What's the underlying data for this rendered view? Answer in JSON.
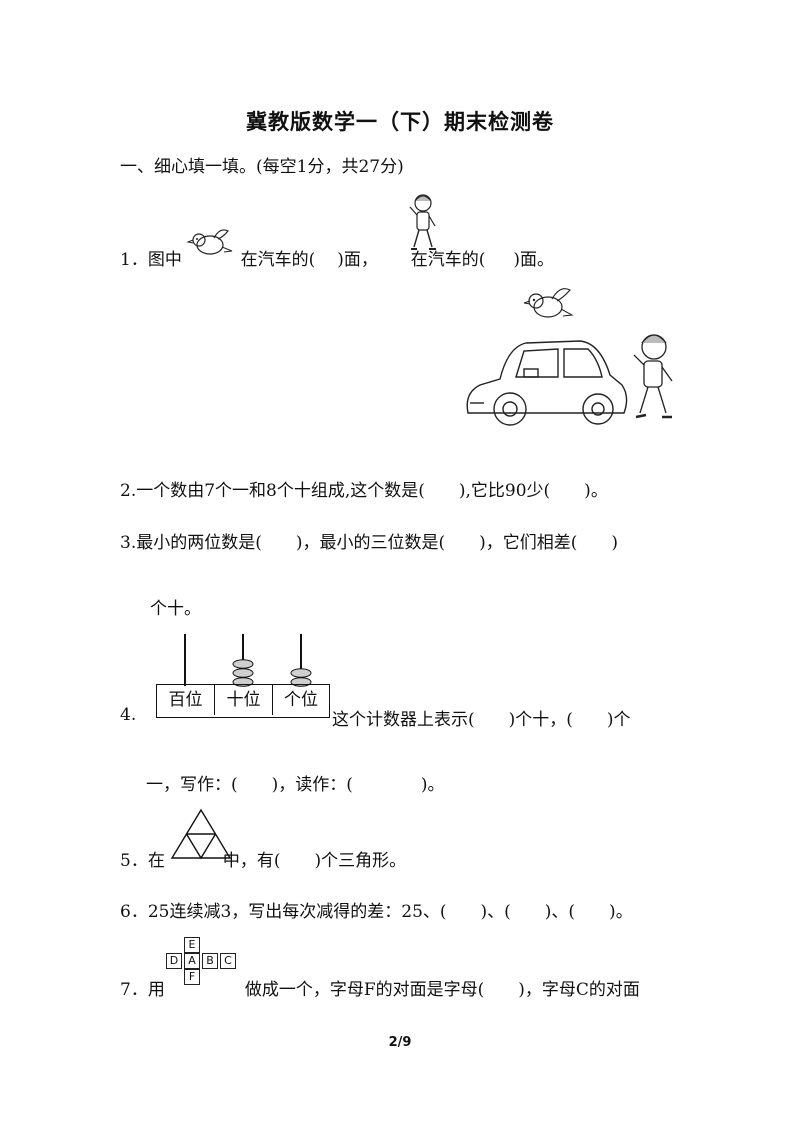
{
  "title": "冀教版数学一（下）期末检测卷",
  "section1": "一、细心填一填。(每空1分，共27分)",
  "q1": {
    "num": "1．图中",
    "t1": "在汽车的(",
    "t2": ")面，",
    "t3": "在汽车的(",
    "t4": ")面。"
  },
  "q2": "2.一个数由7个一和8个十组成,这个数是(　　),它比90少(　　)。",
  "q3": {
    "line1": "3.最小的两位数是(　　)，最小的三位数是(　　)，它们相差(　　)",
    "line2": "个十。"
  },
  "q4": {
    "num": "4.",
    "labels": [
      "百位",
      "十位",
      "个位"
    ],
    "beads": [
      0,
      3,
      2
    ],
    "line1": "这个计数器上表示(　　)个十，(　　)个",
    "line2": "一，写作：(　　)，读作：(　　　　)。"
  },
  "q5": {
    "prefix": "5．在",
    "suffix": "中，有(　　)个三角形。"
  },
  "q6": "6．25连续减3，写出每次减得的差：25、(　　)、(　　)、(　　)。",
  "q7": {
    "prefix": "7．用",
    "suffix": "做成一个，字母F的对面是字母(　　)，字母C的对面",
    "net_letters": {
      "top": "E",
      "row": [
        "D",
        "A",
        "B",
        "C"
      ],
      "bottom": "F"
    }
  },
  "page": "2/9"
}
